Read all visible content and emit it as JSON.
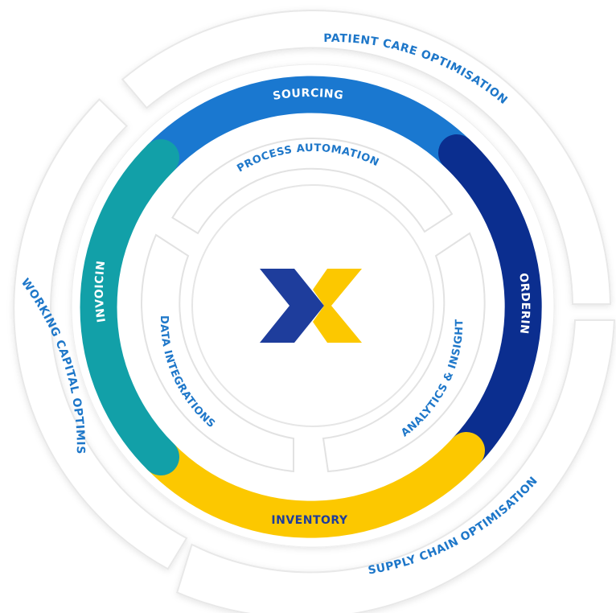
{
  "outer_ring": {
    "patient_care": "PATIENT CARE OPTIMISATION",
    "working_capital": "WORKING CAPITAL OPTIMISATION",
    "supply_chain": "SUPPLY CHAIN OPTIMISATION"
  },
  "process_ring": {
    "sourcing": "SOURCING",
    "ordering": "ORDERING",
    "inventory": "INVENTORY",
    "invoicing": "INVOICING"
  },
  "inner_ring": {
    "process_automation": "PROCESS AUTOMATION",
    "analytics": "ANALYTICS & INSIGHTS",
    "data_integrations": "DATA INTEGRATIONS"
  },
  "logo": {
    "name": "X-logo-icon"
  },
  "colors": {
    "sourcing": "#1A78D0",
    "ordering": "#0B2E8F",
    "inventory": "#FCC800",
    "invoicing": "#12A0A8",
    "label_blue": "#1E77C9",
    "logo_blue": "#1E3D9C",
    "logo_yellow": "#FCC800",
    "panel_border": "#E6E6E6"
  }
}
